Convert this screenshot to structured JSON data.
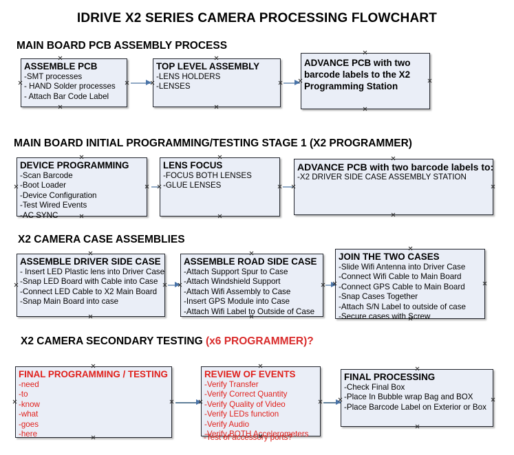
{
  "document": {
    "title": "IDRIVE X2  SERIES CAMERA PROCESSING FLOWCHART"
  },
  "colors": {
    "node_fill": "#eaeef7",
    "node_border": "#20232b",
    "text_black": "#000000",
    "text_red": "#e0201b",
    "accent_red": "#d92b2b",
    "connector": "#8fa8c4",
    "arrowhead": "#4a74a8",
    "page_background": "#ffffff"
  },
  "sections": [
    {
      "id": "main-board-pcb-assembly",
      "heading": "MAIN BOARD PCB ASSEMBLY PROCESS",
      "heading_accent": "",
      "nodes": [
        {
          "id": "assemble-pcb",
          "title": "ASSEMBLE PCB",
          "lines": [
            "-SMT processes",
            "- HAND Solder processes",
            "- Attach Bar Code Label"
          ],
          "color": "black"
        },
        {
          "id": "top-level-assembly",
          "title": "TOP LEVEL ASSEMBLY",
          "lines": [
            "-LENS HOLDERS",
            "-LENSES"
          ],
          "color": "black"
        },
        {
          "id": "advance-pcb-to-x2-programming-station",
          "title": "ADVANCE PCB with two barcode labels to the  X2 Programming Station",
          "lines": [],
          "color": "black"
        }
      ]
    },
    {
      "id": "main-board-initial-programming",
      "heading": "MAIN BOARD INITIAL PROGRAMMING/TESTING STAGE 1 (X2 PROGRAMMER)",
      "heading_accent": "",
      "nodes": [
        {
          "id": "device-programming",
          "title": "DEVICE PROGRAMMING",
          "lines": [
            "-Scan Barcode",
            "-Boot Loader",
            "-Device Configuration",
            "-Test Wired Events",
            "-AC SYNC"
          ],
          "color": "black"
        },
        {
          "id": "lens-focus",
          "title": "LENS FOCUS",
          "lines": [
            "-FOCUS BOTH LENSES",
            "-GLUE LENSES"
          ],
          "color": "black"
        },
        {
          "id": "advance-pcb-to-driver-side-case-assembly",
          "title": "ADVANCE PCB with two barcode labels to:",
          "lines": [
            "-X2 DRIVER  SIDE  CASE  ASSEMBLY STATION"
          ],
          "color": "black"
        }
      ]
    },
    {
      "id": "x2-camera-case-assemblies",
      "heading": "X2 CAMERA CASE ASSEMBLIES",
      "heading_accent": "",
      "nodes": [
        {
          "id": "assemble-driver-side-case",
          "title": "ASSEMBLE DRIVER SIDE CASE",
          "lines": [
            "- Insert LED Plastic lens into Driver Case",
            "-Snap LED Board with Cable into Case",
            "-Connect LED Cable to X2 Main Board",
            "-Snap Main Board into case"
          ],
          "color": "black"
        },
        {
          "id": "assemble-road-side-case",
          "title": "ASSEMBLE ROAD SIDE CASE",
          "lines": [
            "-Attach Support Spur to Case",
            "-Attach Windshield Support",
            "-Attach Wifi Assembly to Case",
            "-Insert GPS Module into Case",
            "-Attach Wifi Label to Outside of Case"
          ],
          "color": "black"
        },
        {
          "id": "join-the-two-cases",
          "title": "JOIN THE TWO CASES",
          "lines": [
            "-Slide Wifi Antenna into Driver Case",
            "-Connect Wifi Cable to Main Board",
            "-Connect GPS Cable to Main Board",
            "-Snap Cases Together",
            "-Attach S/N Label to outside of case",
            "-Secure cases with Screw"
          ],
          "color": "black"
        }
      ]
    },
    {
      "id": "x2-camera-secondary-testing",
      "heading": "X2 CAMERA SECONDARY TESTING ",
      "heading_accent": "(x6 PROGRAMMER)?",
      "nodes": [
        {
          "id": "final-programming-testing",
          "title": "FINAL PROGRAMMING / TESTING",
          "lines": [
            "-need",
            "-to",
            "-know",
            "-what",
            "-goes",
            "-here"
          ],
          "color": "red"
        },
        {
          "id": "review-of-events",
          "title": "REVIEW OF EVENTS",
          "lines": [
            "-Verify Transfer",
            "-Verify Correct Quantity",
            "-Verify Quality of Video",
            "-Verify LEDs function",
            "-Verify Audio",
            "-Verify BOTH Accelerometers"
          ],
          "overflow_line": "-Test of accessory ports?",
          "color": "red"
        },
        {
          "id": "final-processing",
          "title": "FINAL PROCESSING",
          "lines": [
            "-Check Final Box",
            "-Place In Bubble wrap Bag and BOX",
            "-Place Barcode Label on Exterior or Box"
          ],
          "color": "black"
        }
      ]
    }
  ]
}
